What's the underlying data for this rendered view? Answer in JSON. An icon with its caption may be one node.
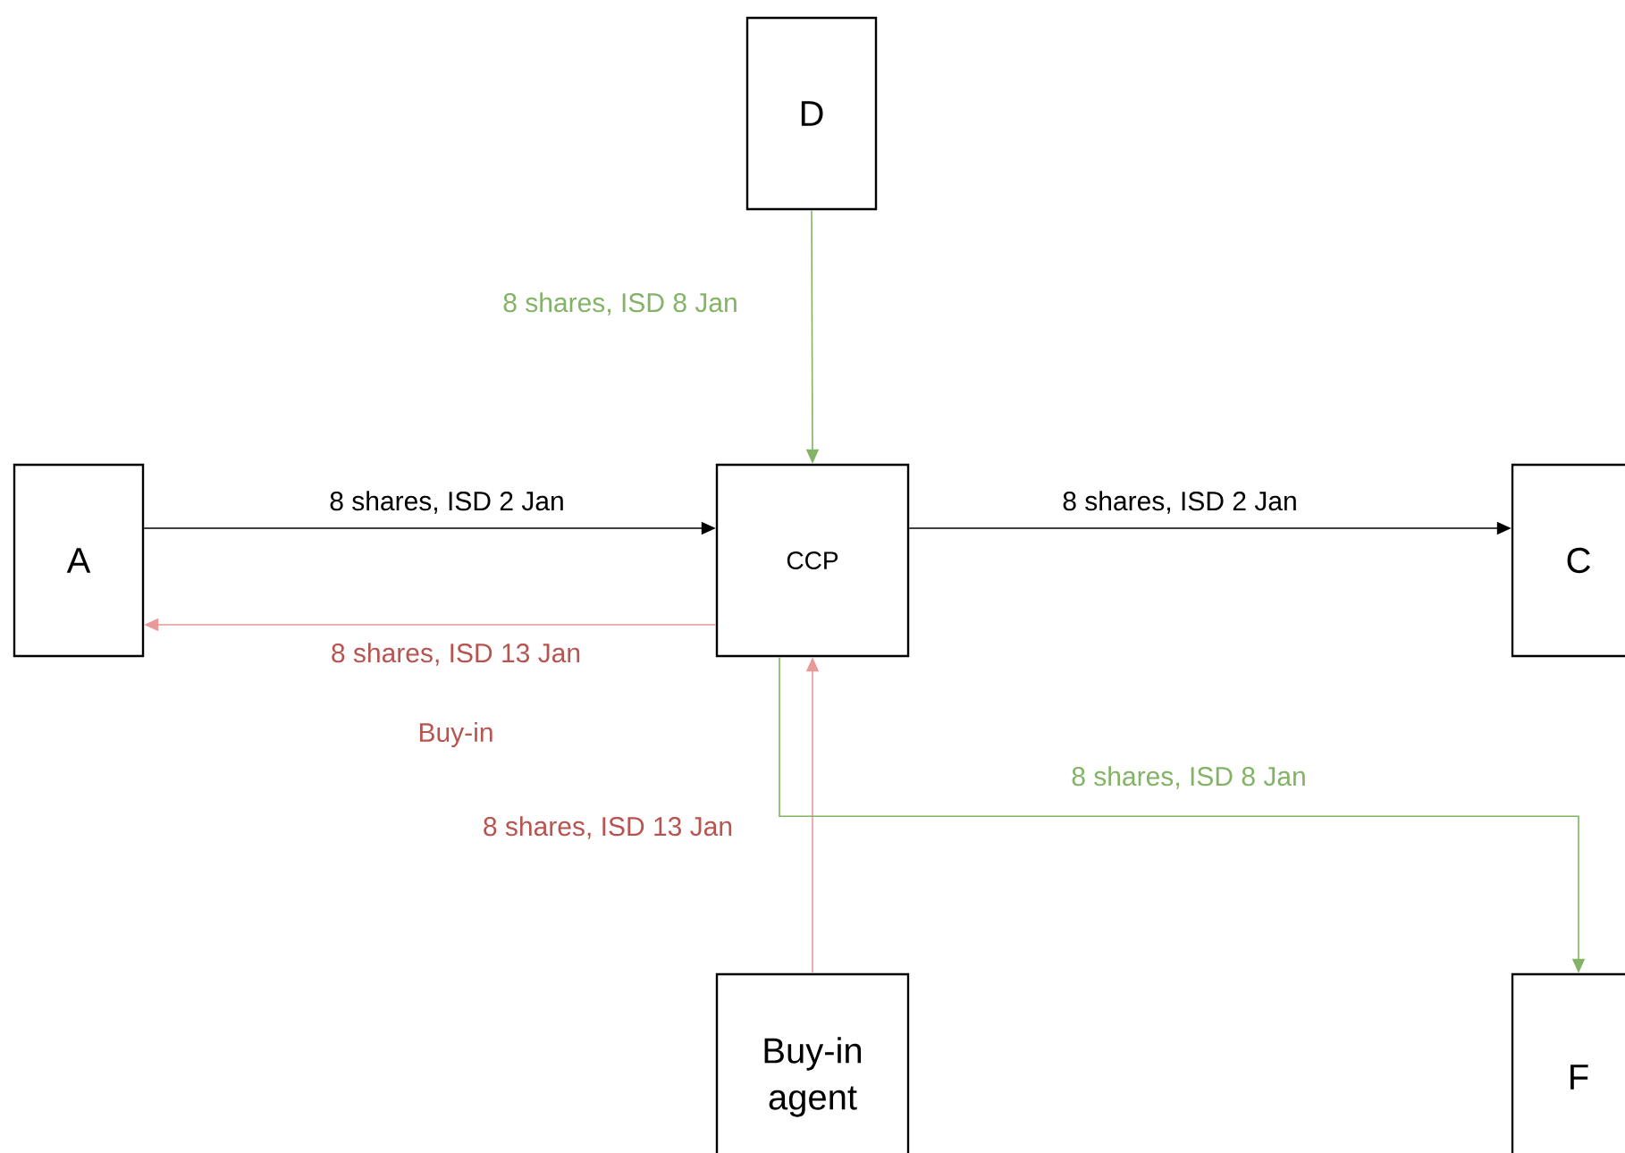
{
  "diagram": {
    "nodes": [
      {
        "text": [
          "D"
        ]
      },
      {
        "text": [
          "A"
        ]
      },
      {
        "text": [
          "CCP"
        ]
      },
      {
        "text": [
          "C"
        ]
      },
      {
        "text": [
          "Buy-in agent"
        ]
      },
      {
        "text": [
          "F"
        ]
      }
    ],
    "edges": [
      {
        "from": 1,
        "to": 2,
        "arrow": "to",
        "label": "8 shares, ISD 2 Jan"
      },
      {
        "from": 2,
        "to": 1,
        "arrow": "to",
        "label": "8 shares, ISD 13 Jan",
        "color": "#ea9999"
      },
      {
        "from": 2,
        "to": 3,
        "arrow": "to",
        "label": "8 shares, ISD 2 Jan"
      },
      {
        "from": 0,
        "to": 2,
        "arrow": "to",
        "label": "8 shares, ISD 8 Jan",
        "color": "#82b366"
      },
      {
        "from": 4,
        "to": 2,
        "arrow": "to",
        "label": "8 shares, ISD 13 Jan",
        "color": "#ea9999"
      },
      {
        "from": 2,
        "to": 5,
        "arrow": "to",
        "label": "8 shares, ISD 8 Jan",
        "color": "#82b366"
      }
    ],
    "labels": [
      "Buy-in"
    ]
  }
}
